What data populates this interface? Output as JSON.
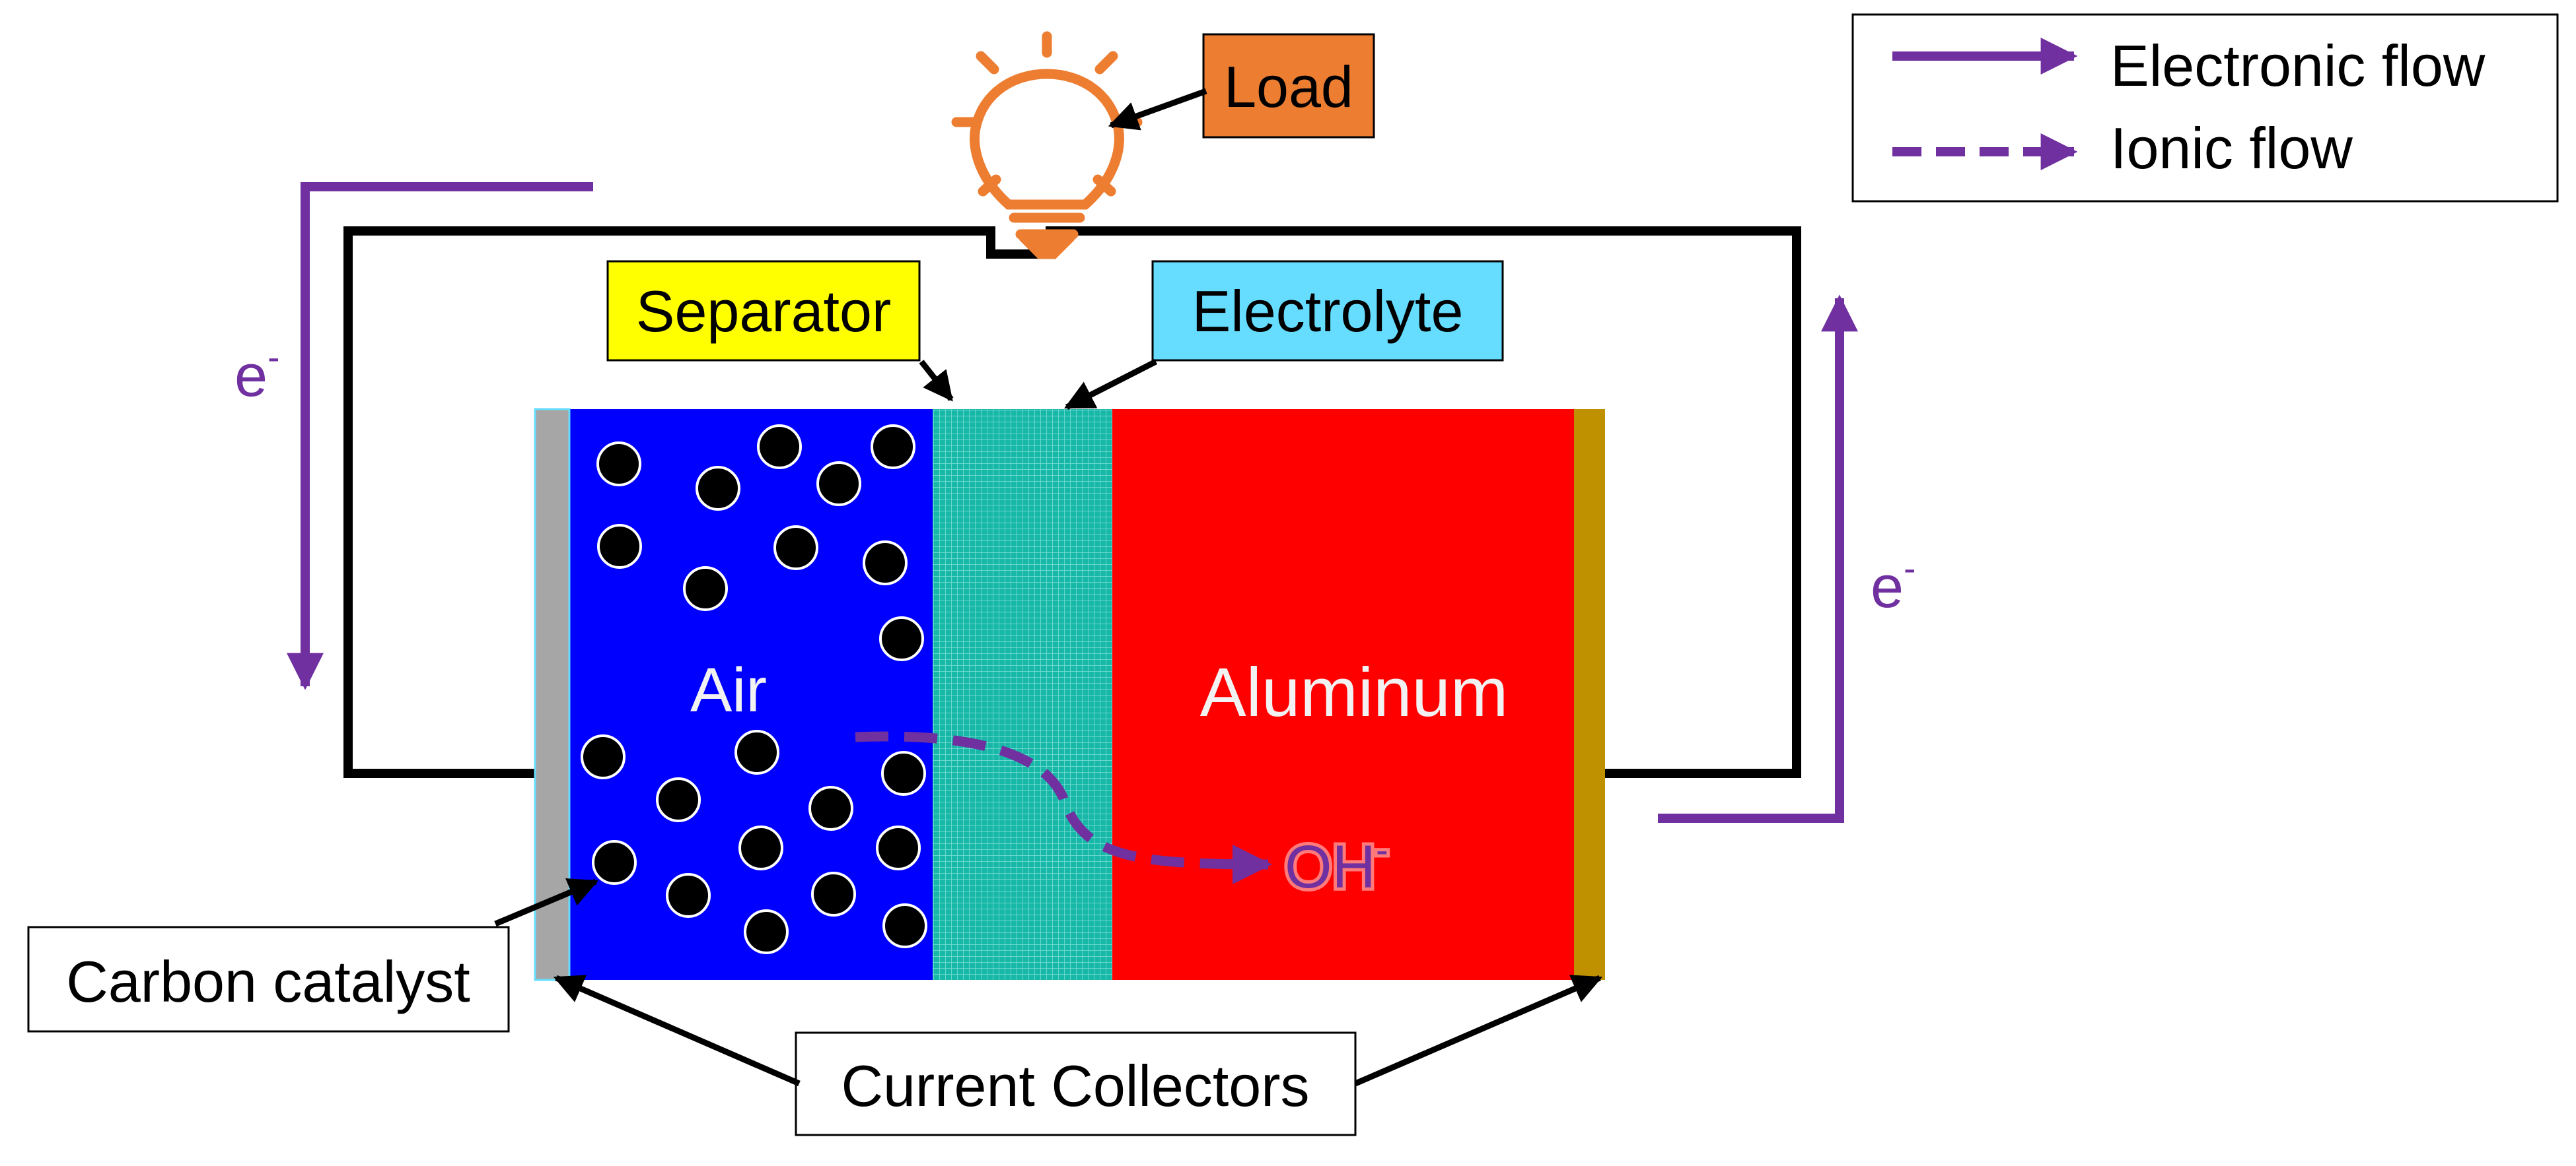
{
  "legend": {
    "electronic_label": "Electronic flow",
    "ionic_label": "Ionic flow"
  },
  "labels": {
    "load": "Load",
    "separator": "Separator",
    "electrolyte": "Electrolyte",
    "air": "Air",
    "aluminum": "Aluminum",
    "carbon_catalyst": "Carbon catalyst",
    "current_collectors": "Current Collectors",
    "electron_base": "e",
    "electron_sup": "-",
    "hydroxide_base": "OH",
    "hydroxide_sup": "-"
  },
  "colors": {
    "flow": "#7030A0",
    "air_electrode": "#0000FF",
    "aluminum_anode": "#FF0000",
    "separator_membrane": "#18B8A8",
    "left_collector": "#A6A6A6",
    "right_collector": "#BF9000",
    "load_box": "#ED7D31",
    "separator_box": "#FFFF00",
    "electrolyte_box": "#66DDFF",
    "bulb": "#ED7D31"
  },
  "icons": {
    "load": "lightbulb-icon"
  }
}
